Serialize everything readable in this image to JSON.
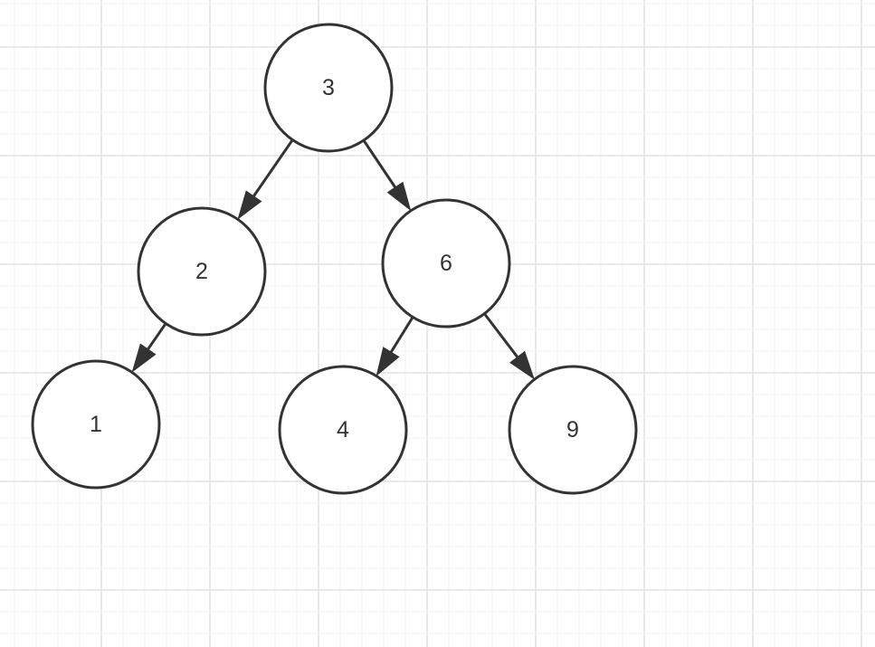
{
  "diagram": {
    "type": "binary-tree",
    "colors": {
      "background": "#ffffff",
      "node_fill": "#ffffff",
      "node_stroke": "#333333",
      "edge": "#333333",
      "grid_minor": "#f0f0f0",
      "grid_major": "#e2e2e2"
    },
    "nodes": [
      {
        "id": "n3",
        "label": "3"
      },
      {
        "id": "n2",
        "label": "2"
      },
      {
        "id": "n6",
        "label": "6"
      },
      {
        "id": "n1",
        "label": "1"
      },
      {
        "id": "n4",
        "label": "4"
      },
      {
        "id": "n9",
        "label": "9"
      }
    ],
    "edges": [
      {
        "from": "n3",
        "to": "n2"
      },
      {
        "from": "n3",
        "to": "n6"
      },
      {
        "from": "n2",
        "to": "n1"
      },
      {
        "from": "n6",
        "to": "n4"
      },
      {
        "from": "n6",
        "to": "n9"
      }
    ]
  }
}
